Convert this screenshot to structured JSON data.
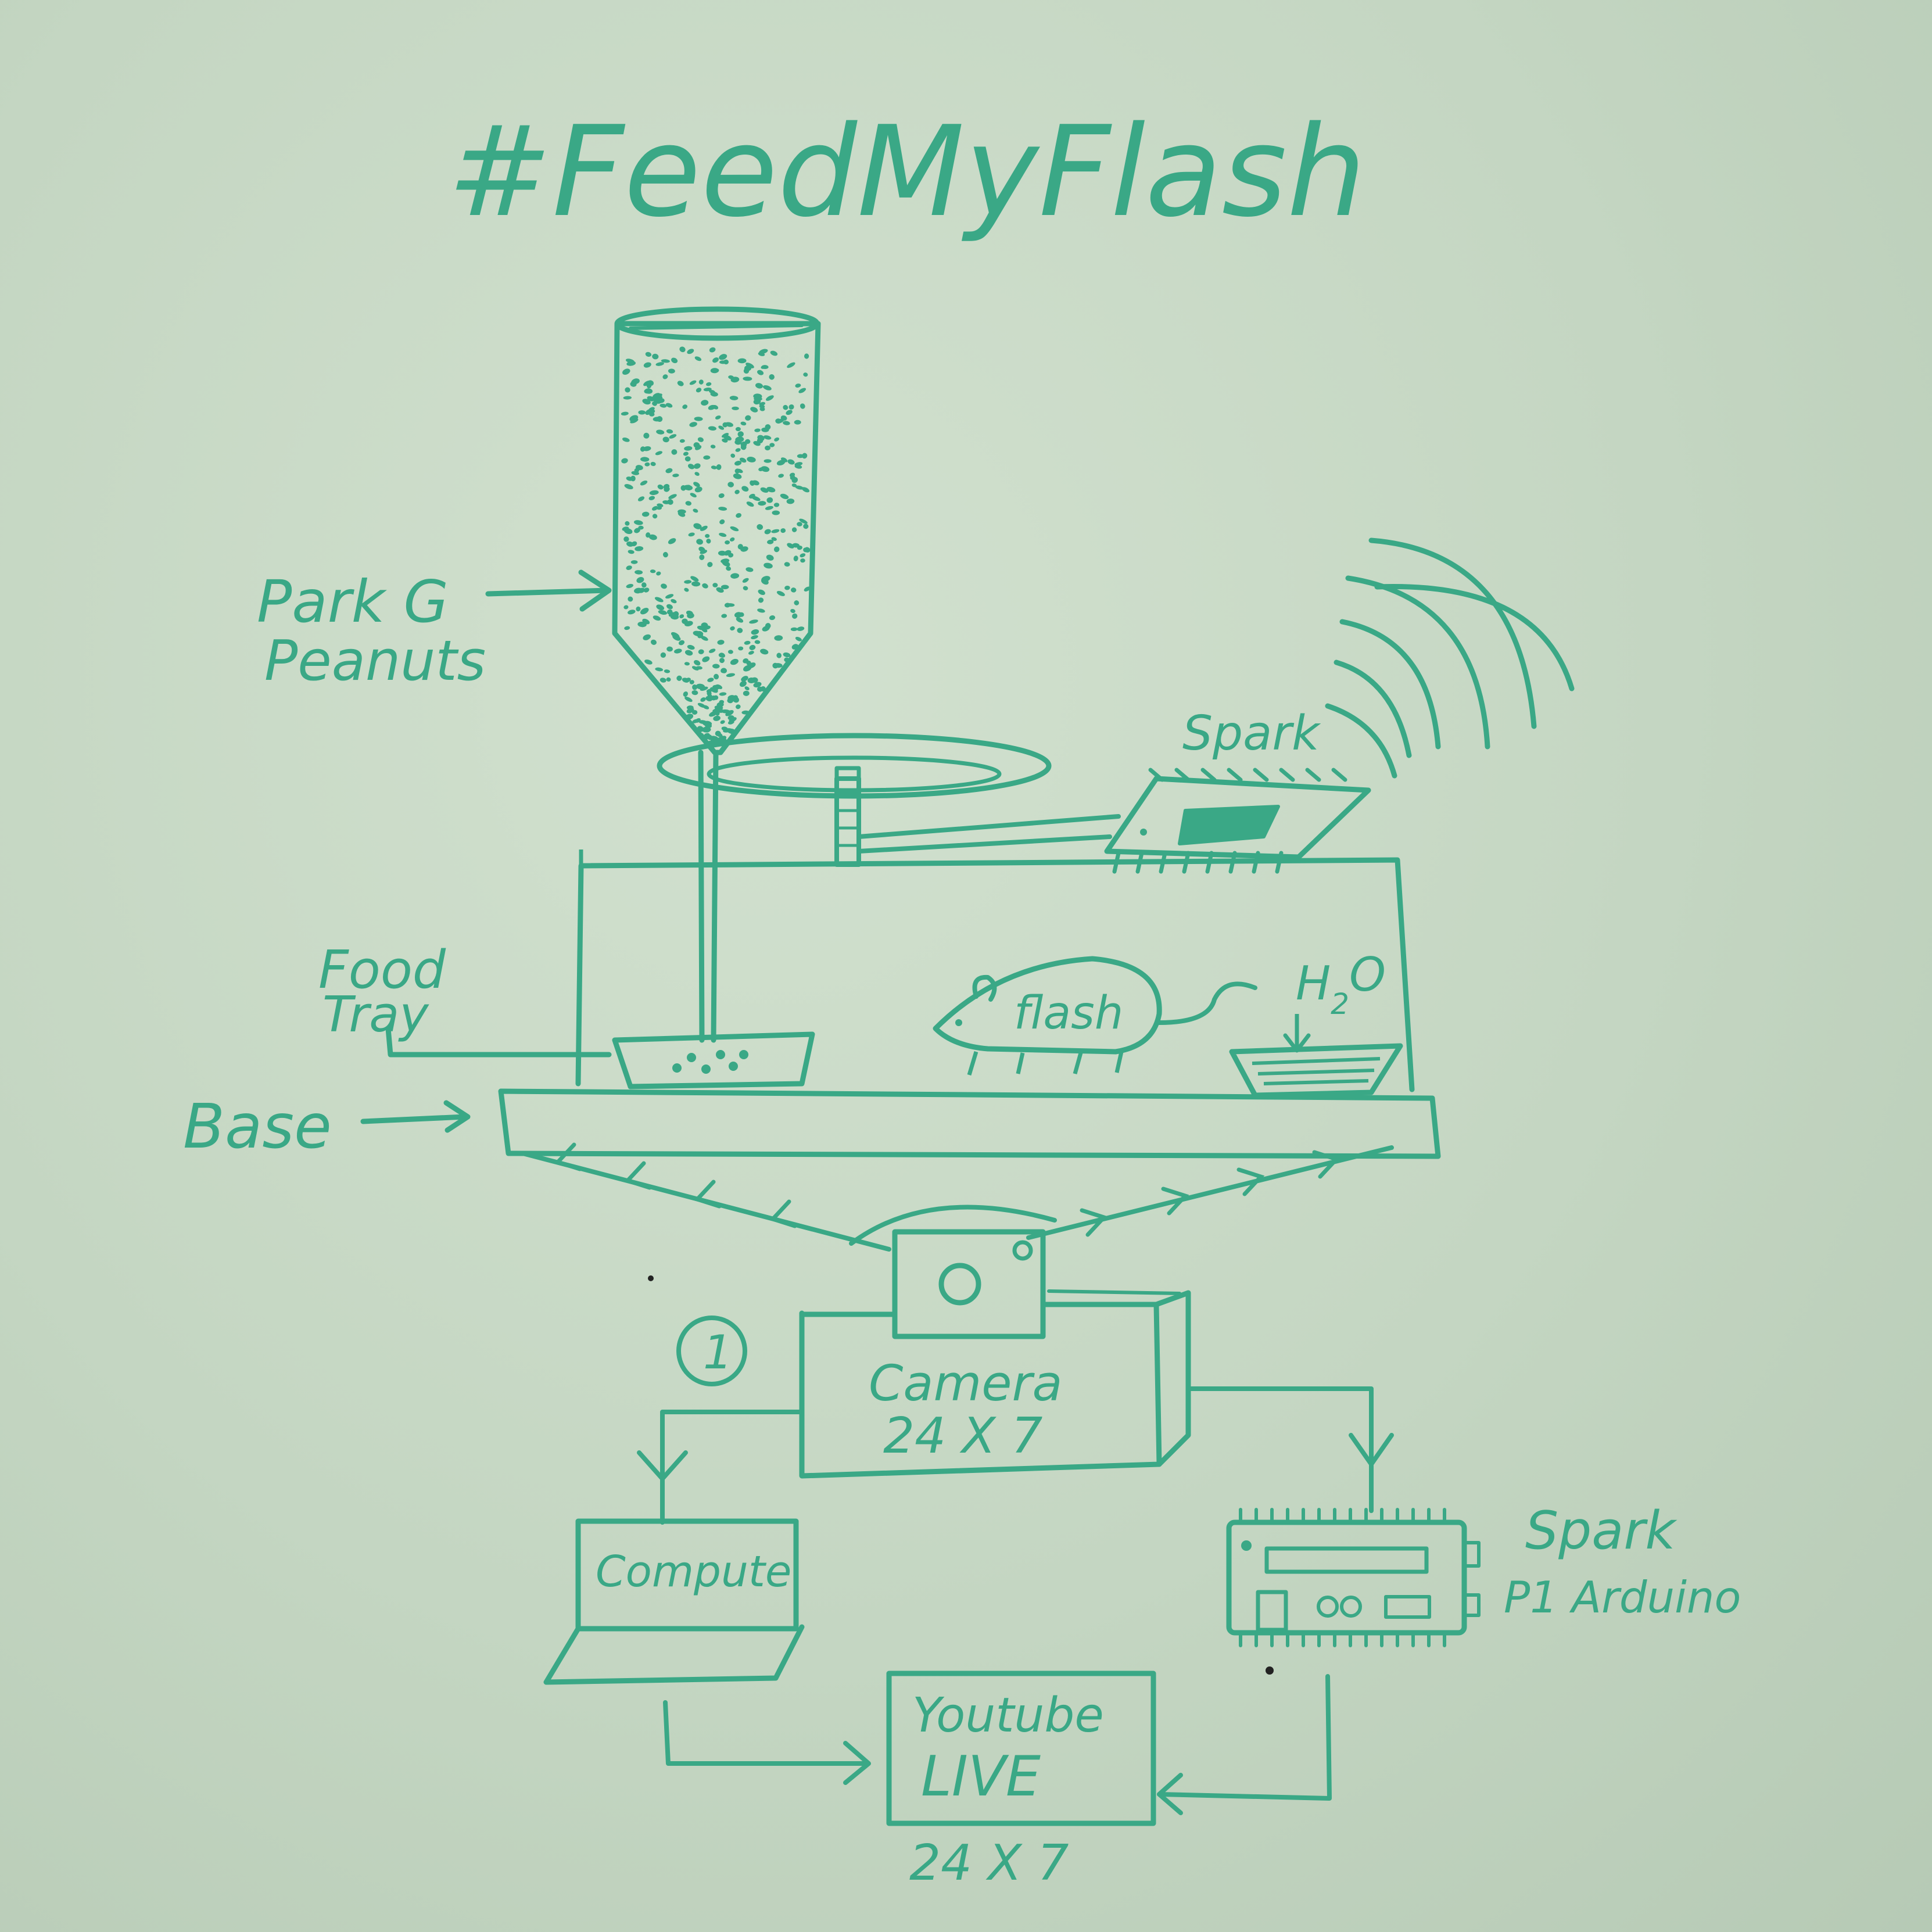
{
  "title": "#FeedMyFlash",
  "ink_color": "#3aa886",
  "labels": {
    "peanuts_line1": "Park G",
    "peanuts_line2": "Peanuts",
    "food_tray_line1": "Food",
    "food_tray_line2": "Tray",
    "base": "Base",
    "spark_top": "Spark",
    "mouse": "flash",
    "water": "H",
    "water_sub": "2",
    "water_tail": "O",
    "step_number": "1",
    "camera_line1": "Camera",
    "camera_line2": "24 X 7",
    "compute": "Compute",
    "spark_bottom_line1": "Spark",
    "spark_bottom_line2": "P1 Arduino",
    "youtube_line1": "Youtube",
    "youtube_line2": "LIVE",
    "youtube_caption": "24 X 7"
  }
}
